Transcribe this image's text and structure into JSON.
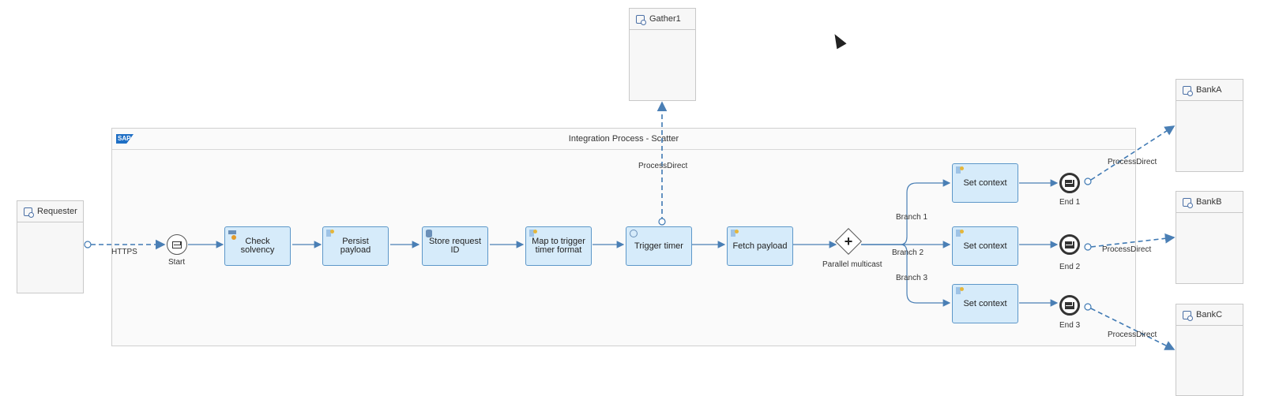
{
  "pool": {
    "title": "Integration Process - Scatter",
    "logo": "SAP"
  },
  "participants": {
    "requester": "Requester",
    "gather": "Gather1",
    "bank_a": "BankA",
    "bank_b": "BankB",
    "bank_c": "BankC"
  },
  "events": {
    "start": "Start",
    "end1": "End 1",
    "end2": "End 2",
    "end3": "End 3"
  },
  "steps": {
    "check_solvency": "Check solvency",
    "persist_payload": "Persist payload",
    "store_request_id": "Store request ID",
    "map_timer": "Map to trigger timer format",
    "trigger_timer": "Trigger timer",
    "fetch_payload": "Fetch payload",
    "set_context_1": "Set context",
    "set_context_2": "Set context",
    "set_context_3": "Set context"
  },
  "gateway": {
    "label": "Parallel multicast"
  },
  "branches": {
    "b1": "Branch 1",
    "b2": "Branch 2",
    "b3": "Branch 3"
  },
  "adapters": {
    "https": "HTTPS",
    "process_direct_gather": "ProcessDirect",
    "process_direct_a": "ProcessDirect",
    "process_direct_b": "ProcessDirect",
    "process_direct_c": "ProcessDirect"
  },
  "colors": {
    "task_fill": "#d6ebfa",
    "task_border": "#5d97c9",
    "flow": "#4a7fb5",
    "message_flow": "#3f79b3"
  }
}
